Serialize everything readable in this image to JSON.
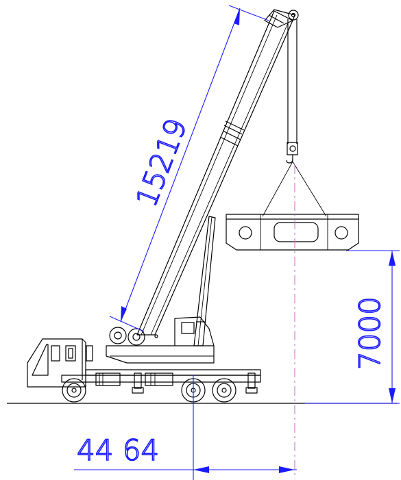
{
  "drawing": {
    "boom_length_label": "15219",
    "lift_height_label": "7000",
    "radius_label": "44 64"
  },
  "colors": {
    "line": "#000000",
    "dimension": "#1a1aff",
    "centerline": "#cc66cc",
    "background": "#ffffff"
  }
}
